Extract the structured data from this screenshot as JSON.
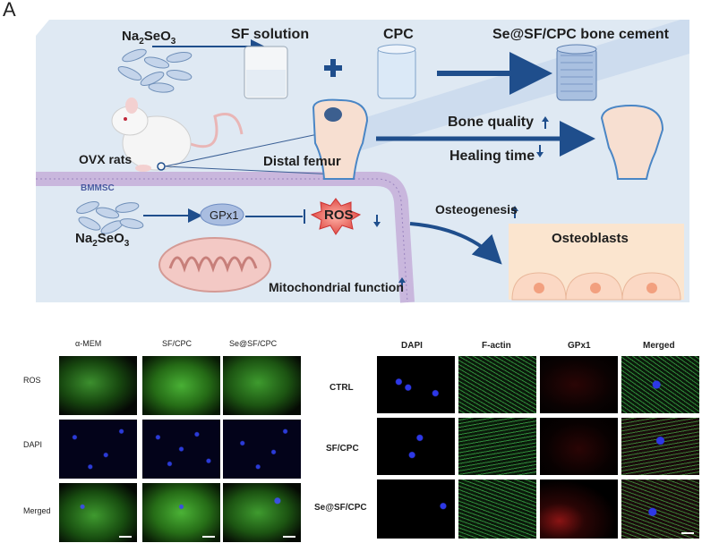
{
  "panel_letter": "A",
  "schematic": {
    "na2seo3_top": [
      "Na",
      "2",
      "SeO",
      "3"
    ],
    "sf_solution": "SF solution",
    "cpc": "CPC",
    "cement": "Se@SF/CPC bone cement",
    "ovx_rats": "OVX rats",
    "distal_femur": "Distal femur",
    "bone_quality": "Bone quality",
    "healing_time": "Healing time",
    "bmmsc": "BMMSC",
    "gpx1": "GPx1",
    "ros": "ROS",
    "na2seo3_bottom": [
      "Na",
      "2",
      "SeO",
      "3"
    ],
    "osteogenesis": "Osteogenesis",
    "osteoblasts": "Osteoblasts",
    "mito_function": "Mitochondrial function",
    "colors": {
      "background": "#dfe9f3",
      "arrow": "#1f4e8c",
      "ros": "#e0504a",
      "gpx1": "#a9bde0"
    }
  },
  "left_grid": {
    "columns": [
      "α-MEM",
      "SF/CPC",
      "Se@SF/CPC"
    ],
    "rows": [
      "ROS",
      "DAPI",
      "Merged"
    ]
  },
  "right_grid": {
    "columns": [
      "DAPI",
      "F-actin",
      "GPx1",
      "Merged"
    ],
    "rows": [
      "CTRL",
      "SF/CPC",
      "Se@SF/CPC"
    ]
  }
}
